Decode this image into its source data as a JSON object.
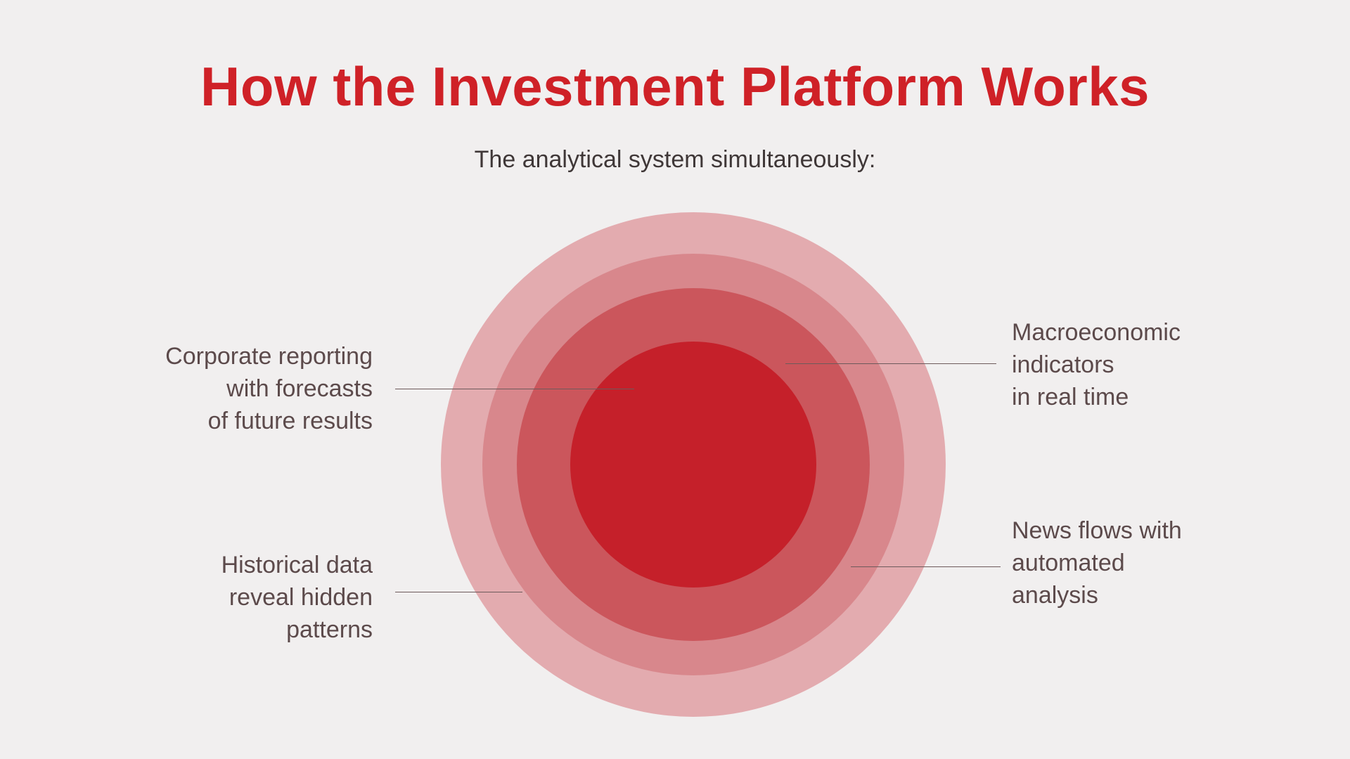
{
  "title": "How the Investment Platform Works",
  "subtitle": "The analytical system simultaneously:",
  "labels": {
    "corporate": "Corporate reporting\nwith forecasts\nof future results",
    "historical": "Historical data\nreveal hidden\npatterns",
    "macro": "Macroeconomic\nindicators\nin real time",
    "news": "News flows with\nautomated\nanalysis"
  },
  "colors": {
    "background": "#f1efef",
    "title_red": "#cf2127",
    "subtitle_text": "#3f3737",
    "label_text": "#5c4a4b",
    "connector": "#6d5a5b",
    "ring_outer": "#e3abaf",
    "ring_2": "#d8878c",
    "ring_3": "#cb565c",
    "core": "#c5202a"
  }
}
